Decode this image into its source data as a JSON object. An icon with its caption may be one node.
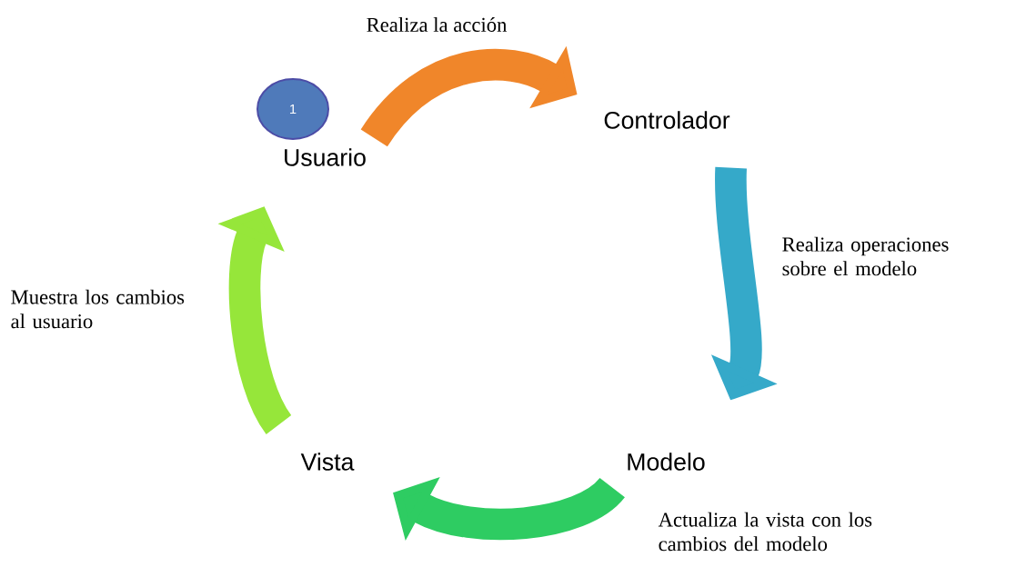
{
  "diagram": {
    "nodes": [
      {
        "text": [
          "Usuario"
        ]
      },
      {
        "text": [
          "Controlador"
        ]
      },
      {
        "text": [
          "Modelo"
        ]
      },
      {
        "text": [
          "Vista"
        ]
      },
      {
        "text": [
          "1"
        ]
      }
    ],
    "edges": [
      {
        "from": 0,
        "to": 1,
        "arrow": "to",
        "label": "Realiza la acción",
        "color": "#f0862a"
      },
      {
        "from": 1,
        "to": 2,
        "arrow": "to",
        "label": "Realiza operaciones sobre el modelo",
        "color": "#35a9c9"
      },
      {
        "from": 2,
        "to": 3,
        "arrow": "to",
        "label": "Actualiza la vista con los cambios del modelo",
        "color": "#2ecc62"
      },
      {
        "from": 3,
        "to": 0,
        "arrow": "to",
        "label": "Muestra los cambios al usuario",
        "color": "#96e63a"
      }
    ]
  }
}
